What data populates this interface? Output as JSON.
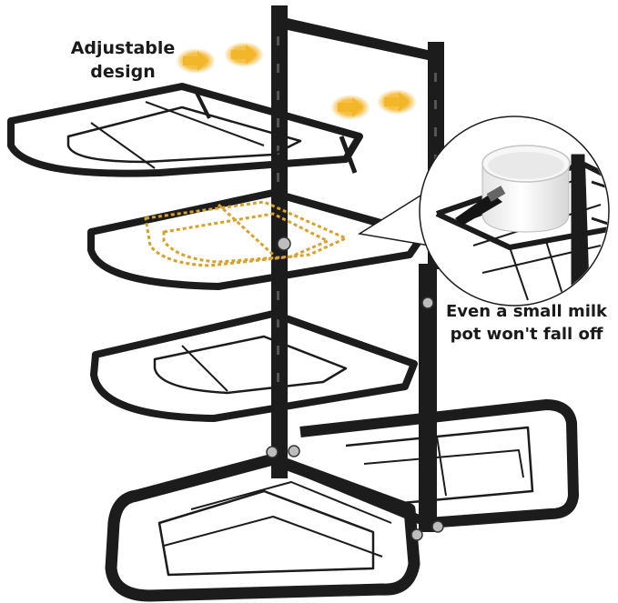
{
  "callouts": {
    "adjustable": {
      "line1": "Adjustable",
      "line2": "design"
    },
    "milk_pot": {
      "line1": "Even a small milk",
      "line2": "pot won't fall off"
    }
  },
  "icons": [
    "arrow-right-icon",
    "screw-icon"
  ],
  "colors": {
    "background": "#ffffff",
    "frame": "#1c1c1c",
    "highlight_arrow": "#f3b52a",
    "dashed_outline": "#d9a02a",
    "pot_white": "#f4f4f4",
    "text": "#1a1a1a"
  }
}
